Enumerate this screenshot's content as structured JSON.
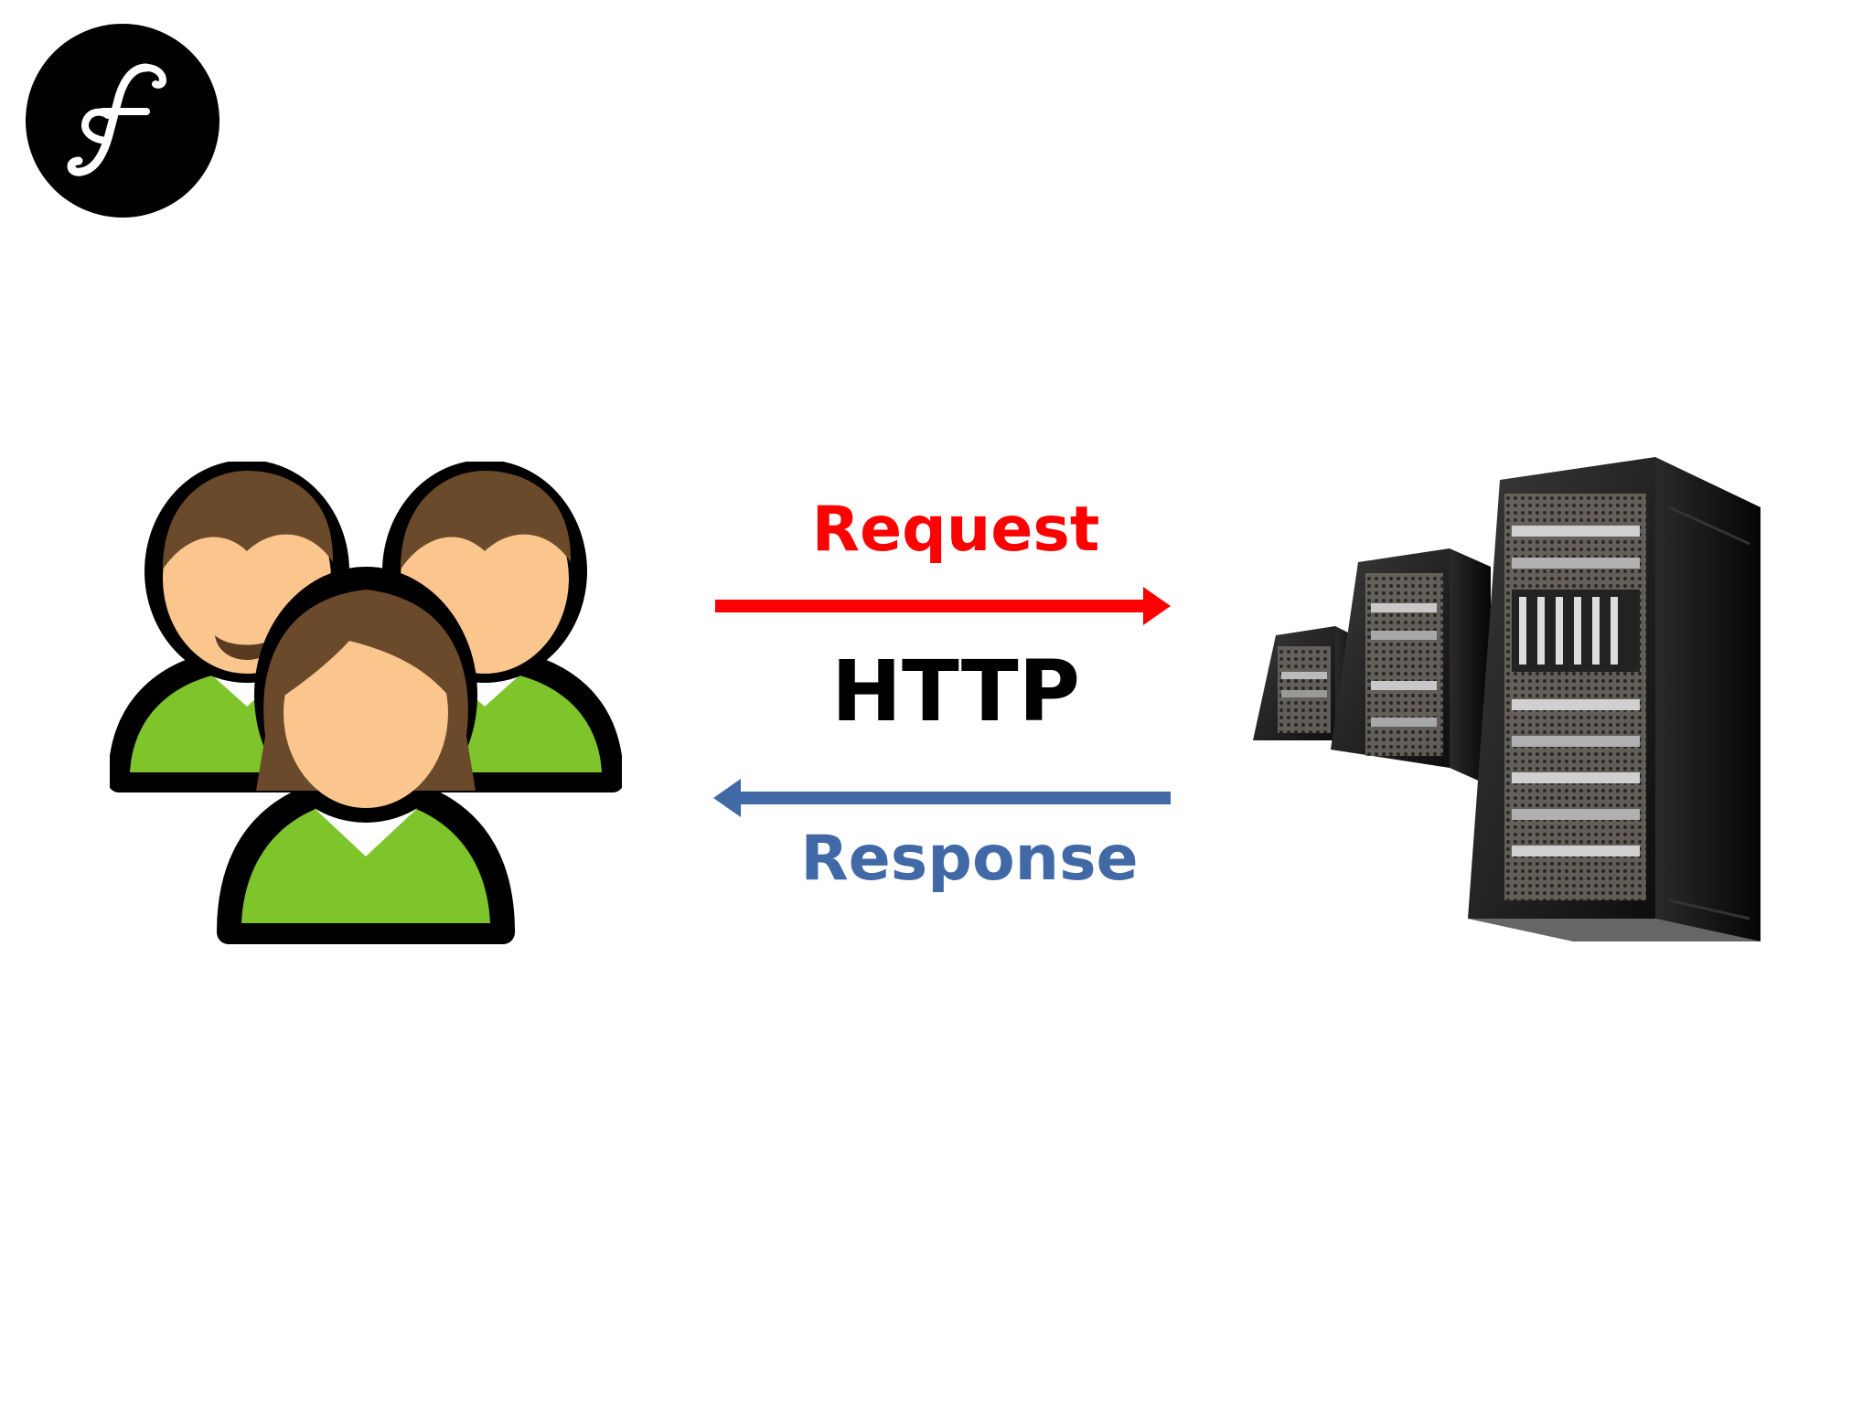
{
  "labels": {
    "request": "Request",
    "http": "HTTP",
    "response": "Response"
  },
  "colors": {
    "request": "#ff0000",
    "response": "#4169a6",
    "http": "#000000",
    "logo_bg": "#000000",
    "logo_fg": "#ffffff",
    "shirt": "#7ec42b",
    "skin": "#fbc68d",
    "hair": "#6b4a2b",
    "server": "#1a1a1a"
  },
  "icons": {
    "logo": "symfony-logo-icon",
    "client": "users-group-icon",
    "server": "server-rack-icon"
  }
}
